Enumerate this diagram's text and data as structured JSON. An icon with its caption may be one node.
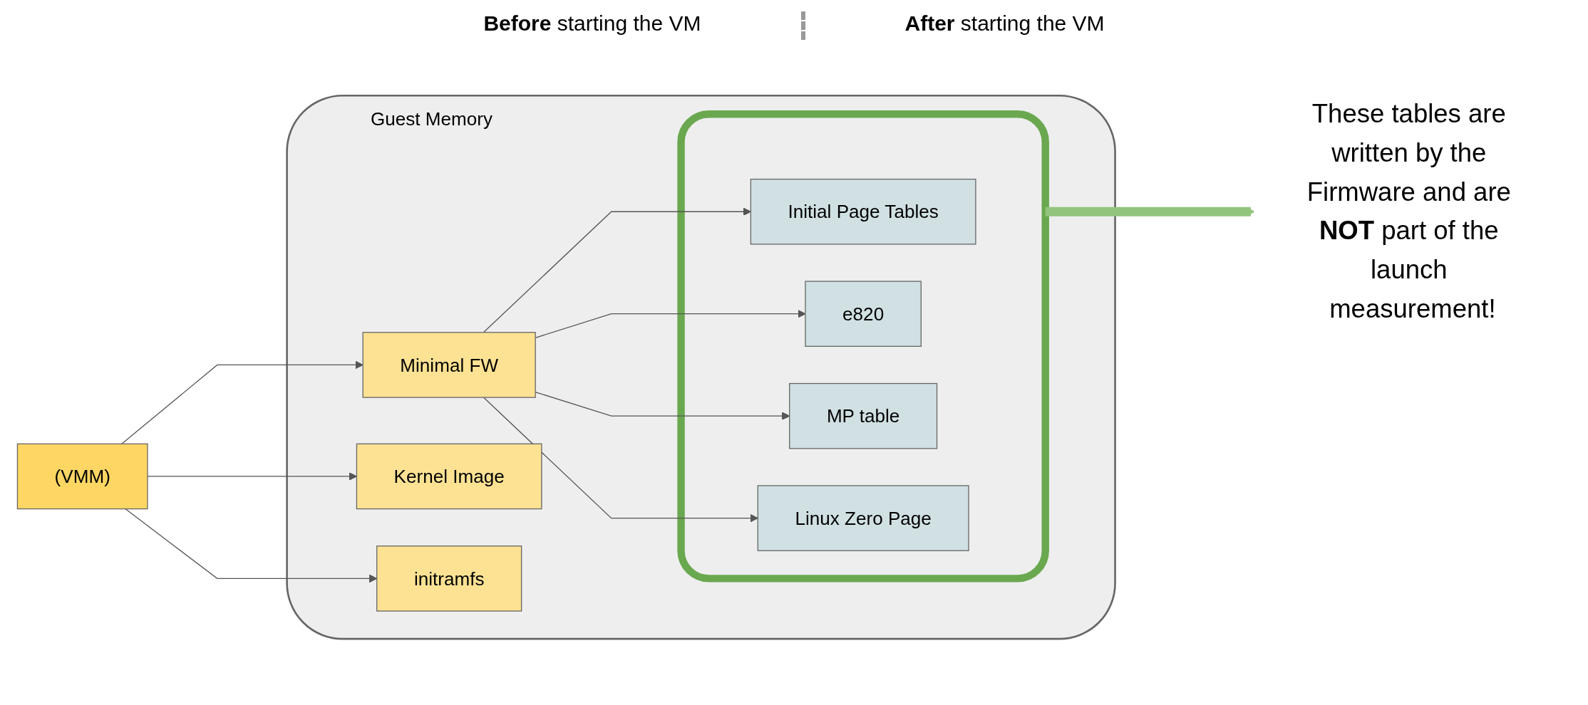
{
  "diagram": {
    "nodes": [
      {
        "text": [
          "(VMM)"
        ]
      },
      {
        "text": [
          "Guest Memory"
        ]
      },
      {
        "text": [
          "Minimal FW"
        ],
        "in": 1
      },
      {
        "text": [
          "Kernel Image"
        ],
        "in": 1
      },
      {
        "text": [
          "initramfs"
        ],
        "in": 1
      },
      {
        "text": [],
        "shape": "box",
        "in": 1
      },
      {
        "text": [
          "Initial Page Tables"
        ],
        "in": 5
      },
      {
        "text": [
          "e820"
        ],
        "in": 5
      },
      {
        "text": [
          "MP table"
        ],
        "in": 5
      },
      {
        "text": [
          "Linux Zero Page"
        ],
        "in": 5
      },
      {
        "text": [
          "These tables are written by the Firmware and are **NOT** part of the launch measurement!"
        ]
      }
    ],
    "edges": [
      {
        "from": 0,
        "to": 2,
        "arrow": "to"
      },
      {
        "from": 0,
        "to": 3,
        "arrow": "to"
      },
      {
        "from": 0,
        "to": 4,
        "arrow": "to"
      },
      {
        "from": 2,
        "to": 6,
        "arrow": "to"
      },
      {
        "from": 2,
        "to": 7,
        "arrow": "to"
      },
      {
        "from": 2,
        "to": 8,
        "arrow": "to"
      },
      {
        "from": 2,
        "to": 9,
        "arrow": "to"
      },
      {
        "from": 5,
        "to": 10,
        "arrow": "to",
        "style": "thick",
        "color": "#93c47d"
      }
    ],
    "labels": [
      "**Before** starting the VM",
      "**After** starting the VM"
    ]
  }
}
